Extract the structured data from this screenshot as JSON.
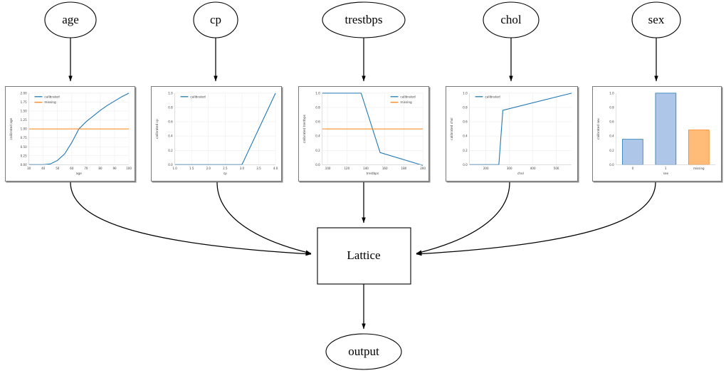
{
  "graph": {
    "input_nodes": [
      {
        "id": "age",
        "label": "age"
      },
      {
        "id": "cp",
        "label": "cp"
      },
      {
        "id": "trestbps",
        "label": "trestbps"
      },
      {
        "id": "chol",
        "label": "chol"
      },
      {
        "id": "sex",
        "label": "sex"
      }
    ],
    "lattice_node": {
      "label": "Lattice"
    },
    "output_node": {
      "label": "output"
    },
    "colors": {
      "calibrated": "#1f77b4",
      "missing": "#ff7f0e",
      "edge": "#000000",
      "panel_border": "#7a7a7a"
    }
  },
  "chart_data": [
    {
      "type": "line",
      "id": "age",
      "title": "",
      "xlabel": "age",
      "ylabel": "calibrated age",
      "xlim": [
        30,
        100
      ],
      "ylim": [
        0.0,
        2.0
      ],
      "xticks": [
        30,
        40,
        50,
        60,
        70,
        80,
        90,
        100
      ],
      "yticks": [
        0.0,
        0.25,
        0.5,
        0.75,
        1.0,
        1.25,
        1.5,
        1.75,
        2.0
      ],
      "ytick_labels": [
        "0.00",
        "0.25",
        "0.50",
        "0.75",
        "1.00",
        "1.25",
        "1.50",
        "1.75",
        "2.00"
      ],
      "legend": [
        "calibrated",
        "missing"
      ],
      "legend_position": "upper left",
      "grid": true,
      "series": [
        {
          "name": "calibrated",
          "color": "#1f77b4",
          "x": [
            30,
            35,
            40,
            45,
            50,
            55,
            60,
            65,
            70,
            75,
            80,
            85,
            90,
            95,
            100
          ],
          "y": [
            0.0,
            0.0,
            0.0,
            0.02,
            0.12,
            0.3,
            0.62,
            1.0,
            1.2,
            1.36,
            1.52,
            1.66,
            1.78,
            1.9,
            2.0
          ]
        },
        {
          "name": "missing",
          "color": "#ff7f0e",
          "x": [
            30,
            100
          ],
          "y": [
            1.0,
            1.0
          ]
        }
      ]
    },
    {
      "type": "line",
      "id": "cp",
      "title": "",
      "xlabel": "cp",
      "ylabel": "calibrated cp",
      "xlim": [
        1.0,
        4.0
      ],
      "ylim": [
        0.0,
        1.0
      ],
      "xticks": [
        1.0,
        1.5,
        2.0,
        2.5,
        3.0,
        3.5,
        4.0
      ],
      "xtick_labels": [
        "1.0",
        "1.5",
        "2.0",
        "2.5",
        "3.0",
        "3.5",
        "4.0"
      ],
      "yticks": [
        0.0,
        0.2,
        0.4,
        0.6,
        0.8,
        1.0
      ],
      "ytick_labels": [
        "0.0",
        "0.2",
        "0.4",
        "0.6",
        "0.8",
        "1.0"
      ],
      "legend": [
        "calibrated"
      ],
      "legend_position": "upper left",
      "grid": true,
      "series": [
        {
          "name": "calibrated",
          "color": "#1f77b4",
          "x": [
            1.0,
            2.0,
            3.0,
            4.0
          ],
          "y": [
            0.0,
            0.0,
            0.0,
            1.0
          ]
        }
      ]
    },
    {
      "type": "line",
      "id": "trestbps",
      "title": "",
      "xlabel": "trestbps",
      "ylabel": "calibrated trestbps",
      "xlim": [
        94,
        200
      ],
      "ylim": [
        0.0,
        1.0
      ],
      "xticks": [
        100,
        120,
        140,
        160,
        180,
        200
      ],
      "yticks": [
        0.0,
        0.2,
        0.4,
        0.6,
        0.8,
        1.0
      ],
      "ytick_labels": [
        "0.0",
        "0.2",
        "0.4",
        "0.6",
        "0.8",
        "1.0"
      ],
      "legend": [
        "calibrated",
        "missing"
      ],
      "legend_position": "upper right",
      "grid": true,
      "series": [
        {
          "name": "calibrated",
          "color": "#1f77b4",
          "x": [
            94,
            135,
            155,
            200
          ],
          "y": [
            1.0,
            1.0,
            0.17,
            -0.01
          ]
        },
        {
          "name": "missing",
          "color": "#ff7f0e",
          "x": [
            94,
            200
          ],
          "y": [
            0.5,
            0.5
          ]
        }
      ]
    },
    {
      "type": "line",
      "id": "chol",
      "title": "",
      "xlabel": "chol",
      "ylabel": "calibrated chol",
      "xlim": [
        130,
        565
      ],
      "ylim": [
        0.0,
        1.0
      ],
      "xticks": [
        200,
        300,
        400,
        500
      ],
      "yticks": [
        0.0,
        0.2,
        0.4,
        0.6,
        0.8,
        1.0
      ],
      "ytick_labels": [
        "0.0",
        "0.2",
        "0.4",
        "0.6",
        "0.8",
        "1.0"
      ],
      "legend": [
        "calibrated"
      ],
      "legend_position": "upper left",
      "grid": true,
      "series": [
        {
          "name": "calibrated",
          "color": "#1f77b4",
          "x": [
            130,
            255,
            272,
            565
          ],
          "y": [
            0.0,
            0.0,
            0.76,
            1.0
          ]
        }
      ]
    },
    {
      "type": "bar",
      "id": "sex",
      "title": "",
      "xlabel": "sex",
      "ylabel": "calibrated sex",
      "categories": [
        "0",
        "1",
        "missing"
      ],
      "values": [
        0.355,
        1.0,
        0.485
      ],
      "colors": [
        "#aec7e8",
        "#aec7e8",
        "#ffbb78"
      ],
      "edge_colors": [
        "#1f77b4",
        "#1f77b4",
        "#ff7f0e"
      ],
      "ylim": [
        0.0,
        1.0
      ],
      "yticks": [
        0.0,
        0.2,
        0.4,
        0.6,
        0.8,
        1.0
      ],
      "ytick_labels": [
        "0.0",
        "0.2",
        "0.4",
        "0.6",
        "0.8",
        "1.0"
      ],
      "grid": false
    }
  ]
}
